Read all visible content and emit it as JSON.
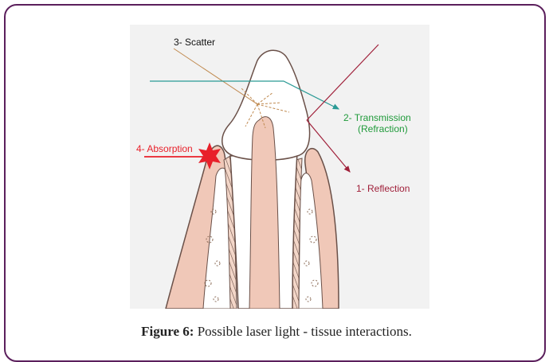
{
  "figure": {
    "labels": {
      "scatter": "3- Scatter",
      "transmission_line1": "2- Transmission",
      "transmission_line2": "(Refraction)",
      "absorption": "4- Absorption",
      "reflection": "1- Reflection"
    },
    "colors": {
      "scatter": "#c08a50",
      "transmission": "#2a9a95",
      "transmission_text": "#1f9a3a",
      "absorption": "#e8202a",
      "reflection": "#a0203a",
      "gum": "#f0c8b8",
      "outline": "#6a5048",
      "background": "#f2f2f2"
    }
  },
  "caption": {
    "prefix": "Figure 6:",
    "text": "Possible laser light - tissue interactions."
  }
}
